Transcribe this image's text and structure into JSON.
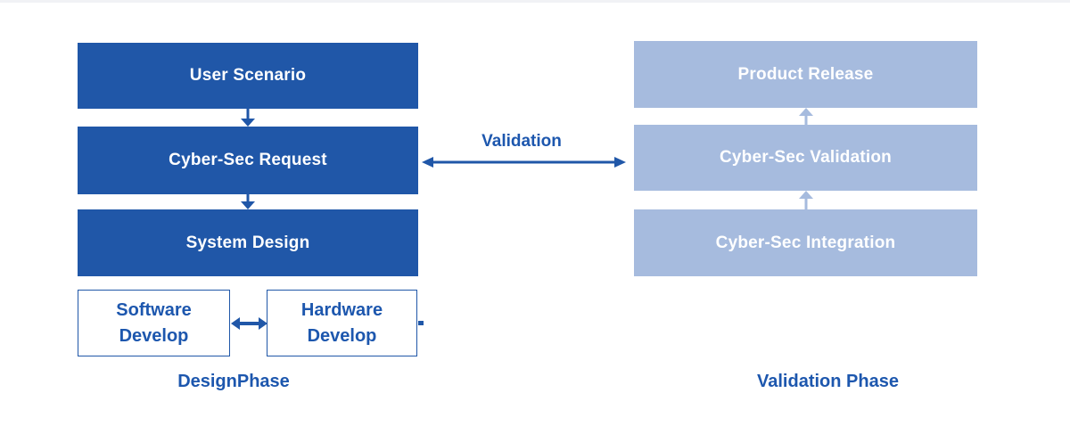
{
  "colors": {
    "primary": "#2057A8",
    "light": "#A6BBDE",
    "label": "#1D57AE",
    "box_text": "#FFFFFF"
  },
  "design_phase": {
    "user_scenario": "User Scenario",
    "cyber_sec_request": "Cyber-Sec Request",
    "system_design": "System Design",
    "software_develop": "Software\nDevelop",
    "hardware_develop": "Hardware\nDevelop",
    "phase_label": "DesignPhase"
  },
  "validation_phase": {
    "product_release": "Product Release",
    "cyber_sec_validation": "Cyber-Sec Validation",
    "cyber_sec_integration": "Cyber-Sec Integration",
    "phase_label": "Validation Phase"
  },
  "connector": {
    "validation_label": "Validation"
  }
}
